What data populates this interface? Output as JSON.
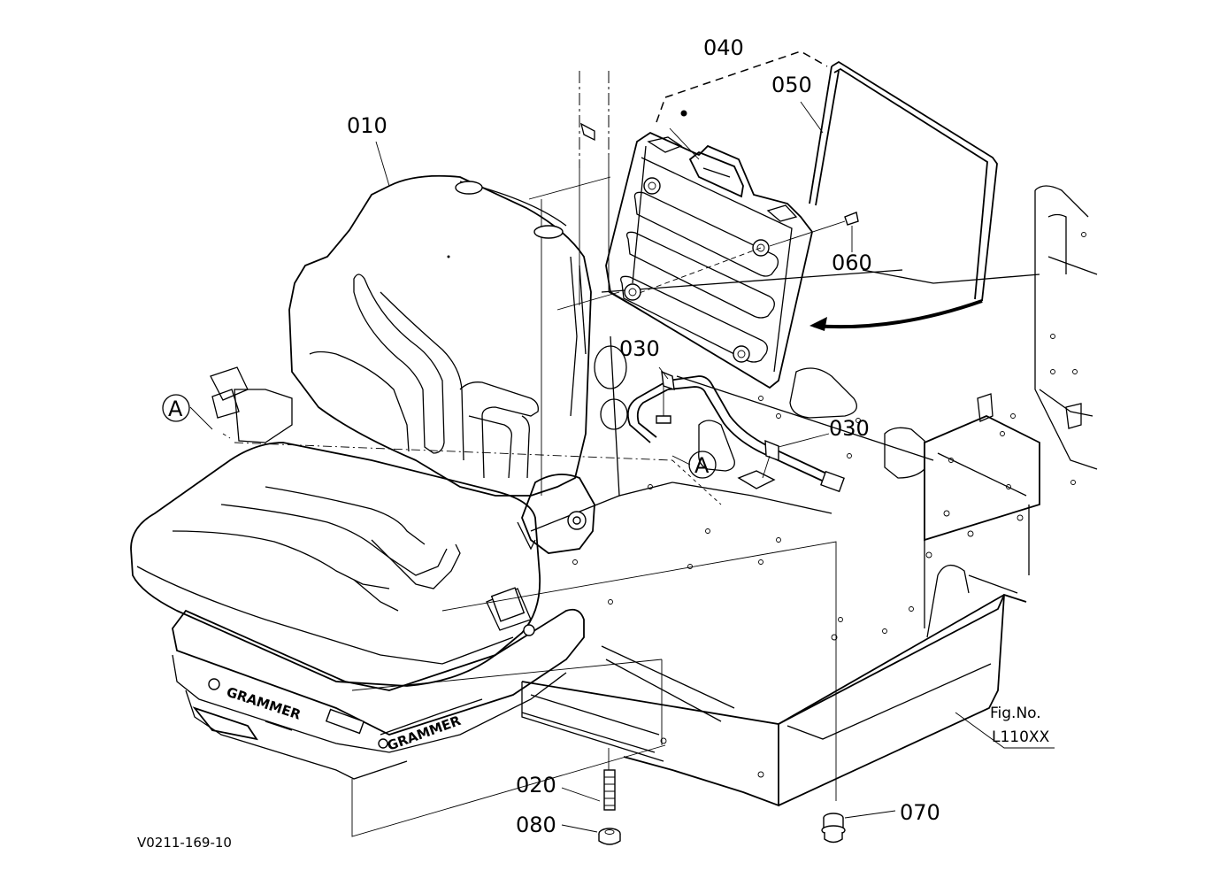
{
  "callouts": {
    "seat": "010",
    "stud": "020",
    "harness_clip_left": "030",
    "harness_clip_right": "030",
    "case": "040",
    "rod": "050",
    "screw": "060",
    "flange_nut": "070",
    "nut": "080"
  },
  "ref_markers": {
    "left": "A",
    "right": "A"
  },
  "seat_brand": "GRAMMER",
  "figure": {
    "label": "Fig.No.",
    "number": "L110XX"
  },
  "drawing_code": "V0211-169-10"
}
